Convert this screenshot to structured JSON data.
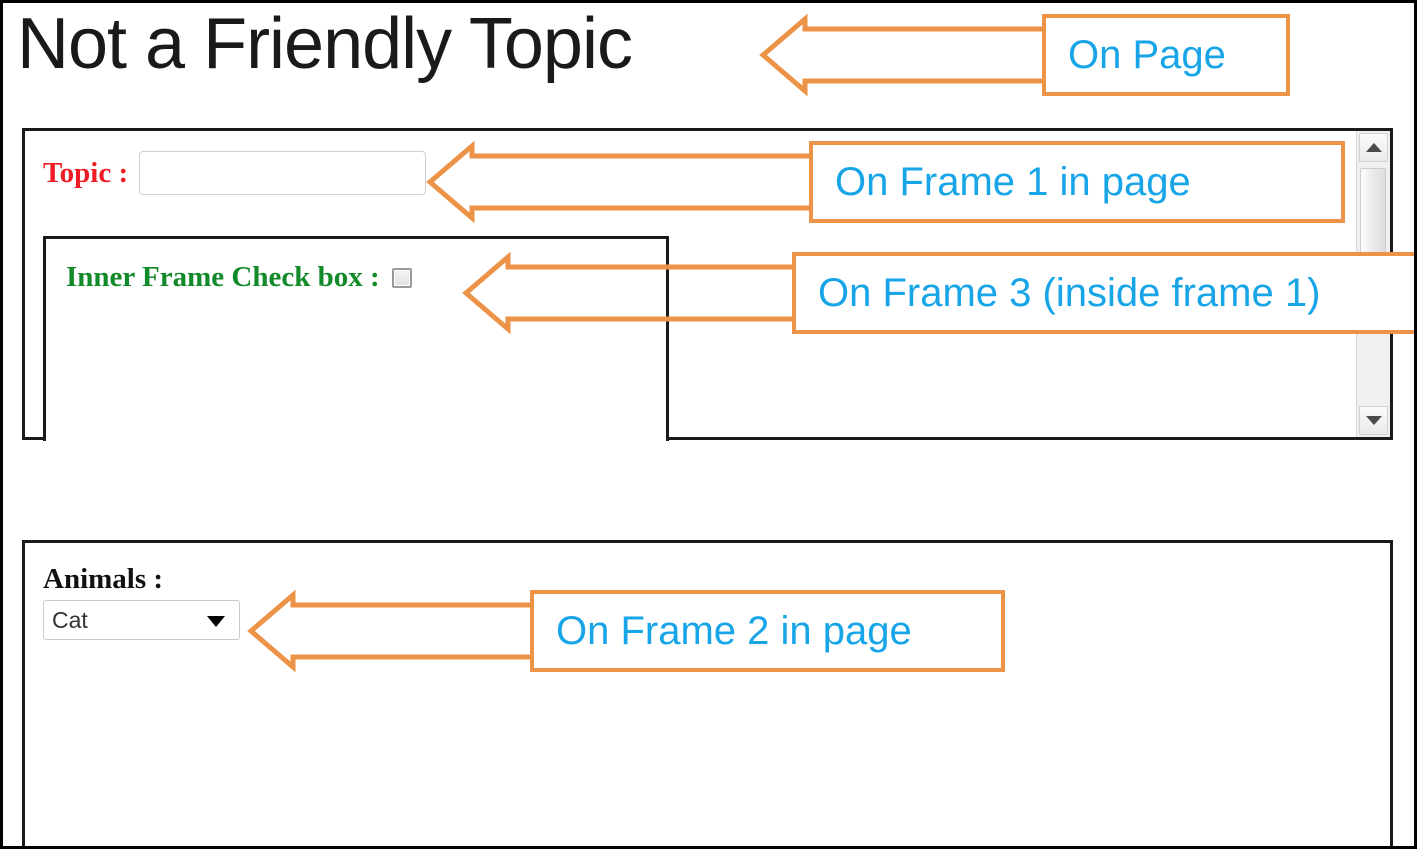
{
  "page": {
    "title": "Not a Friendly Topic"
  },
  "frame1": {
    "topic_label": "Topic :",
    "topic_input_value": "",
    "topic_input_placeholder": "",
    "scrollbar": {
      "up_icon": "scroll-up-arrow-icon",
      "down_icon": "scroll-down-arrow-icon",
      "thumb": "scrollbar-thumb"
    }
  },
  "frame3": {
    "checkbox_label": "Inner Frame Check box :",
    "checkbox_checked": false,
    "checkbox_icon": "unchecked-checkbox-icon"
  },
  "frame2": {
    "animals_label": "Animals :",
    "animals_selected": "Cat",
    "animals_options": [
      "Cat"
    ],
    "caret_icon": "chevron-down-icon"
  },
  "annotations": [
    {
      "id": "on-page",
      "text": "On Page"
    },
    {
      "id": "on-frame-1",
      "text": "On Frame 1 in page"
    },
    {
      "id": "on-frame-3",
      "text": "On Frame 3 (inside frame 1)"
    },
    {
      "id": "on-frame-2",
      "text": "On Frame 2 in page"
    }
  ],
  "colors": {
    "annotation_border": "#ED9347",
    "annotation_text": "#17A5E8",
    "topic_label": "#EE1C25",
    "inner_frame_label": "#128A2A",
    "frame_border": "#1A1A1A"
  }
}
